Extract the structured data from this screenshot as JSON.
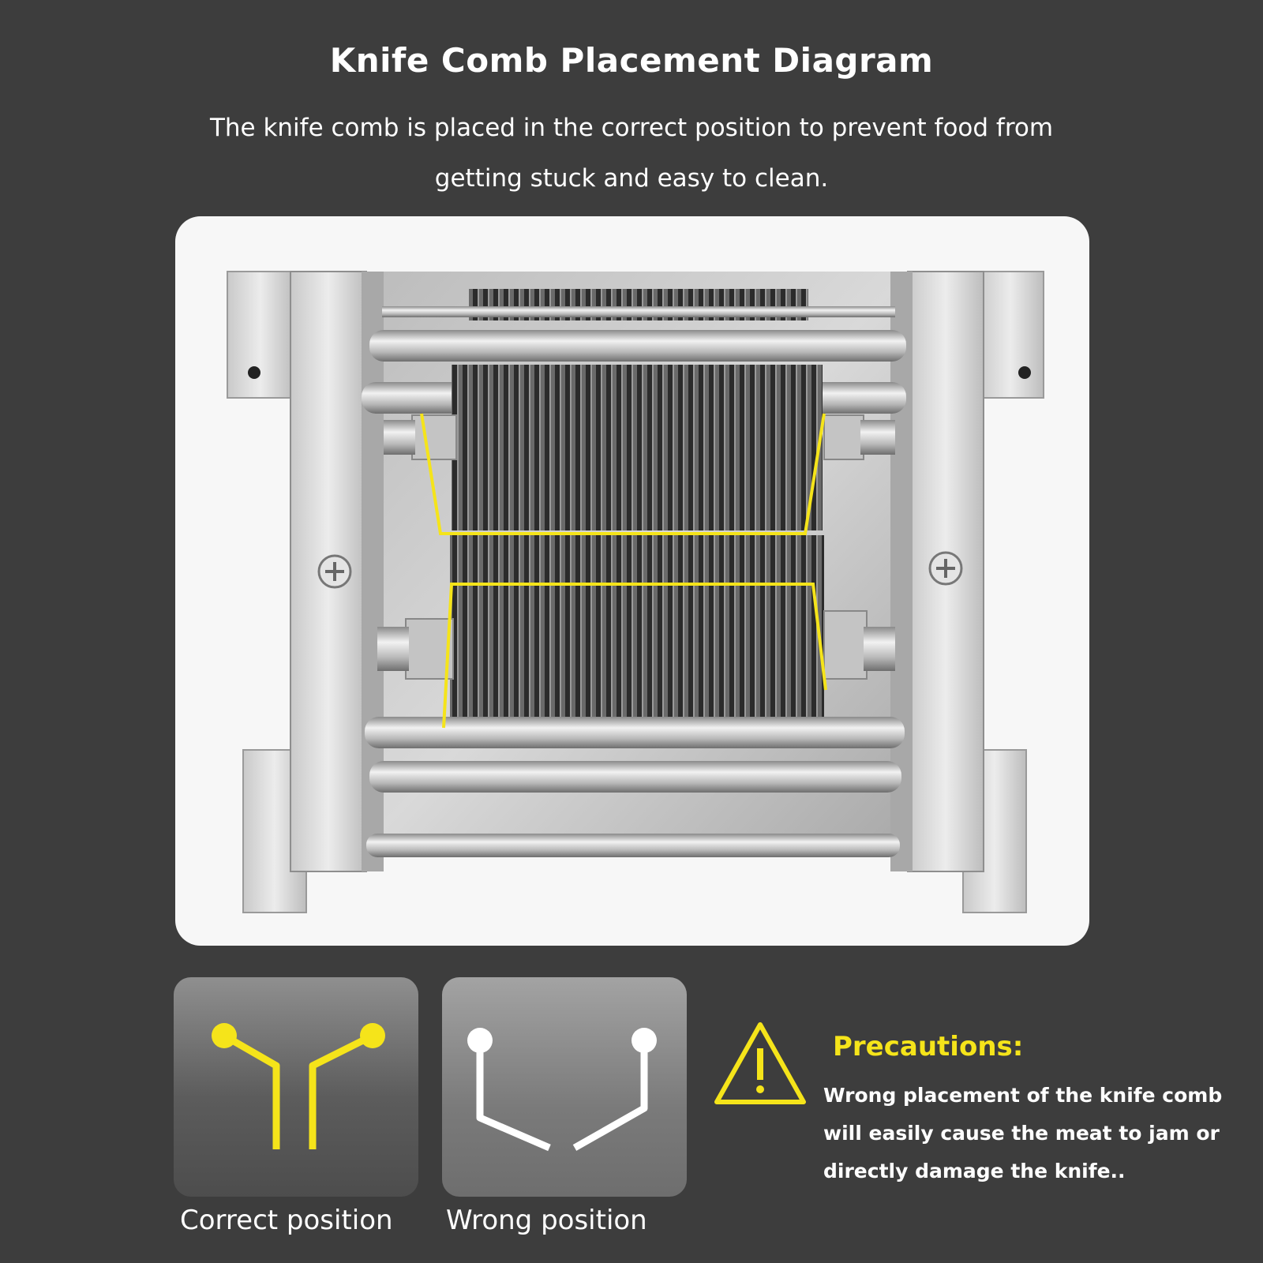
{
  "title": "Knife Comb Placement Diagram",
  "subtitle": "The knife comb is placed in the correct position to prevent food from getting stuck and easy to clean.",
  "photo": {
    "icon": "knife-comb-assembly-photo",
    "highlight_color": "#f5e41a"
  },
  "cards": [
    {
      "label": "Correct position",
      "icon": "correct-comb-position-icon",
      "color": "#f5e41a"
    },
    {
      "label": "Wrong position",
      "icon": "wrong-comb-position-icon",
      "color": "#ffffff"
    }
  ],
  "precautions": {
    "icon": "warning-triangle-icon",
    "title": "Precautions:",
    "body": "Wrong placement of the knife comb will easily cause the meat to jam or directly damage the knife..",
    "title_color": "#f5e41a"
  }
}
